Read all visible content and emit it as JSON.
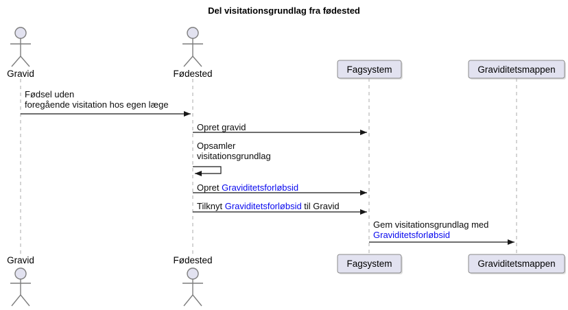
{
  "title": "Del visitationsgrundlag fra fødested",
  "participants": {
    "gravid": {
      "label": "Gravid",
      "kind": "actor"
    },
    "fodested": {
      "label": "Fødested",
      "kind": "actor"
    },
    "fagsystem": {
      "label": "Fagsystem",
      "kind": "participant"
    },
    "graviditetsmappen": {
      "label": "Graviditetsmappen",
      "kind": "participant"
    }
  },
  "messages": [
    {
      "from": "Gravid",
      "to": "Fødested",
      "line1": "Fødsel uden",
      "line2": "foregående visitation hos egen læge"
    },
    {
      "from": "Fødested",
      "to": "Fagsystem",
      "line1": "Opret gravid"
    },
    {
      "from": "Fødested",
      "to": "Fødested",
      "self_message": true,
      "line1": "Opsamler",
      "line2": "visitationsgrundlag"
    },
    {
      "from": "Fødested",
      "to": "Fagsystem",
      "prefix": "Opret ",
      "link": "Graviditetsforløbsid"
    },
    {
      "from": "Fødested",
      "to": "Fagsystem",
      "prefix": "Tilknyt ",
      "link": "Graviditetsforløbsid",
      "suffix": " til Gravid"
    },
    {
      "from": "Fagsystem",
      "to": "Graviditetsmappen",
      "line1": "Gem visitationsgrundlag med",
      "link": "Graviditetsforløbsid"
    }
  ],
  "colors": {
    "background": "#FFFFFF",
    "shape_fill": "#E2E2F0",
    "shape_border": "#888888",
    "arrow": "#181818",
    "lifeline": "#A8A8A8",
    "text": "#000000",
    "link_text": "#0808EE"
  }
}
